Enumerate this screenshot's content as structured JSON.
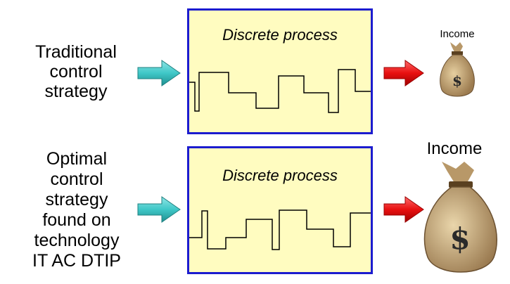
{
  "rows": [
    {
      "strategy_lines": [
        "Traditional",
        "control",
        "strategy"
      ],
      "process_title": "Discrete process",
      "income_label": "Income"
    },
    {
      "strategy_lines": [
        "Optimal",
        "control",
        "strategy",
        "found on",
        "technology",
        "IT AC DTIP"
      ],
      "process_title": "Discrete process",
      "income_label": "Income"
    }
  ],
  "colors": {
    "process_fill": "#fffcc0",
    "process_border": "#1c1ccf",
    "input_arrow": "#3fc7c7",
    "output_arrow": "#e81010",
    "money_bag": "#c8a876"
  },
  "icons": [
    "teal-arrow-icon",
    "red-arrow-icon",
    "money-bag-icon"
  ]
}
